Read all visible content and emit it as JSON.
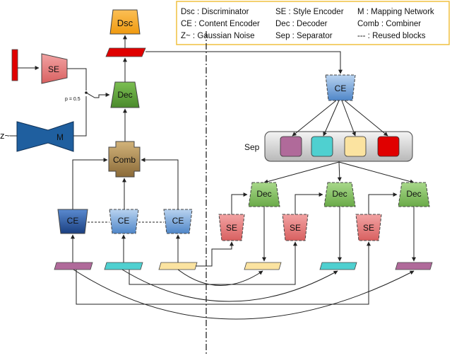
{
  "legend": {
    "row1": [
      "Dsc : Discriminator",
      "SE : Style Encoder",
      "M : Mapping Network"
    ],
    "row2": [
      "CE : Content Encoder",
      "Dec : Decoder",
      "Comb : Combiner"
    ],
    "row3": [
      "Z~ : Gaussian Noise",
      "Sep : Separator",
      "--- : Reused blocks"
    ]
  },
  "blocks": {
    "dsc": "Dsc",
    "se": "SE",
    "dec": "Dec",
    "mapping": "M",
    "comb": "Comb",
    "ce": "CE",
    "sep": "Sep"
  },
  "labels": {
    "noise": "z~",
    "probability": "p = 0.5"
  },
  "colors": {
    "discriminator": "#f5a623",
    "style_encoder": "#e58a8a",
    "decoder": "#5f9e3c",
    "mapping": "#1f5f9f",
    "combiner": "#a08050",
    "content_encoder": "#6a9fd6",
    "feature_red": "#e00000",
    "feature_purple": "#b06a9a",
    "feature_cyan": "#4fd0d0",
    "feature_yellow": "#fbe3a0",
    "legend_border": "#f0c040"
  }
}
